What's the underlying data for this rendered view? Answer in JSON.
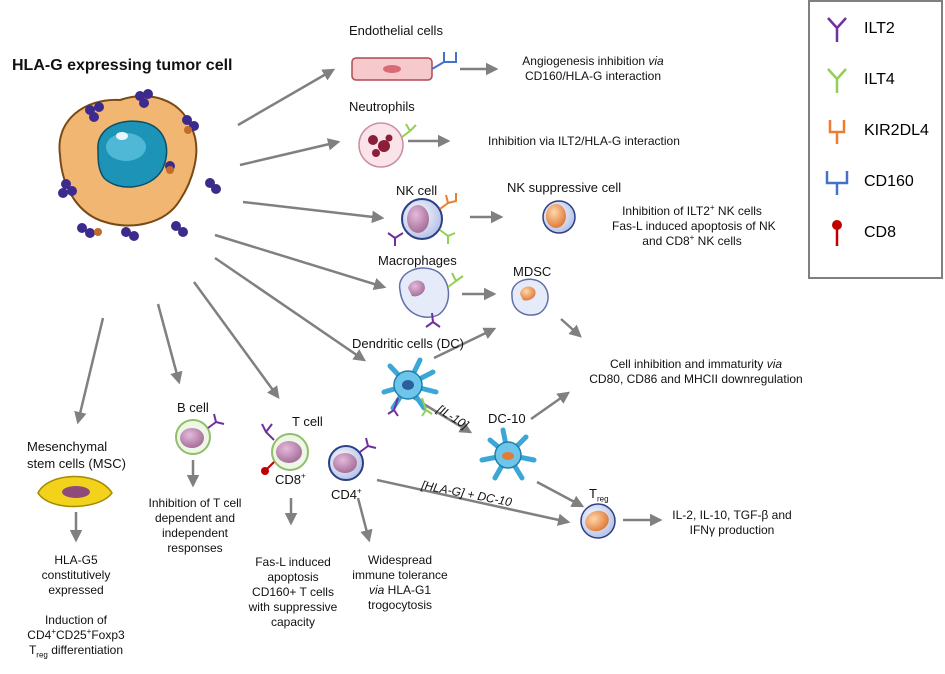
{
  "title": "HLA-G expressing tumor cell",
  "legend": [
    {
      "label": "ILT2",
      "color": "#7030a0",
      "icon": "ilt2-receptor-icon"
    },
    {
      "label": "ILT4",
      "color": "#92d050",
      "icon": "ilt4-receptor-icon"
    },
    {
      "label": "KIR2DL4",
      "color": "#ed7d31",
      "icon": "kir2dl4-receptor-icon"
    },
    {
      "label": "CD160",
      "color": "#4472c4",
      "icon": "cd160-receptor-icon"
    },
    {
      "label": "CD8",
      "color": "#c00000",
      "icon": "cd8-receptor-icon"
    }
  ],
  "cells": {
    "endothelial": "Endothelial cells",
    "neutrophils": "Neutrophils",
    "nk": "NK cell",
    "nk_suppressive": "NK suppressive cell",
    "macrophages": "Macrophages",
    "mdsc": "MDSC",
    "dc": "Dendritic cells (DC)",
    "dc10": "DC-10",
    "treg_main": "T",
    "treg_sub": "reg",
    "bcell": "B cell",
    "tcell": "T cell",
    "cd8_main": "CD8",
    "cd8_sup": "+",
    "cd4_main": "CD4",
    "cd4_sup": "+",
    "msc_line1": "Mesenchymal",
    "msc_line2": "stem cells (MSC)"
  },
  "arrow_labels": {
    "il10": "[IL-10]",
    "hlag_dc10": "[HLA-G] + DC-10"
  },
  "outcomes": {
    "endothelial_line1_a": "Angiogenesis inhibition ",
    "endothelial_line1_b": "via",
    "endothelial_line2": "CD160/HLA-G interaction",
    "neutrophils": "Inhibition via ILT2/HLA-G interaction",
    "nk_line1_a": "Inhibition of ILT2",
    "nk_line1_sup": "+",
    "nk_line1_b": " NK cells",
    "nk_line2": "Fas-L induced apoptosis of NK",
    "nk_line3_a": "and CD8",
    "nk_line3_sup": "+",
    "nk_line3_b": " NK cells",
    "dc_line1_a": "Cell inhibition and immaturity ",
    "dc_line1_b": "via",
    "dc_line2": "CD80, CD86 and MHCII downregulation",
    "treg_line1": "IL-2, IL-10, TGF-β and",
    "treg_line2": "IFNγ production",
    "bcell_line1": "Inhibition of T cell",
    "bcell_line2": "dependent and",
    "bcell_line3": "independent",
    "bcell_line4": "responses",
    "cd8_line1": "Fas-L induced",
    "cd8_line2": "apoptosis",
    "cd8_line3": "CD160+ T cells",
    "cd8_line4": "with suppressive",
    "cd8_line5": "capacity",
    "cd4_line1": "Widespread",
    "cd4_line2": "immune tolerance",
    "cd4_line3_a": "via",
    "cd4_line3_b": " HLA-G1",
    "cd4_line4": "trogocytosis",
    "msc_line1": "HLA-G5",
    "msc_line2": "constitutively",
    "msc_line3": "expressed",
    "msc_line4": "Induction of",
    "msc_line5_a": "CD4",
    "msc_line5_sup1": "+",
    "msc_line5_b": "CD25",
    "msc_line5_sup2": "+",
    "msc_line5_c": "Foxp3",
    "msc_line6_a": "T",
    "msc_line6_sub": "reg",
    "msc_line6_b": " differentiation"
  }
}
